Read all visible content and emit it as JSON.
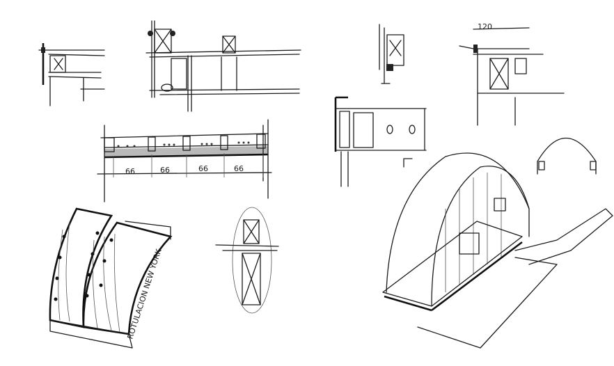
{
  "sketch": {
    "beam_dimensions": [
      "66",
      "66",
      "66",
      "66"
    ],
    "top_dimension": "120",
    "arch_label": "ROTULACION NEW YORK"
  },
  "colors": {
    "ink": "#1a1a1a",
    "paper": "#ffffff",
    "shade": "#8a8a8a"
  }
}
